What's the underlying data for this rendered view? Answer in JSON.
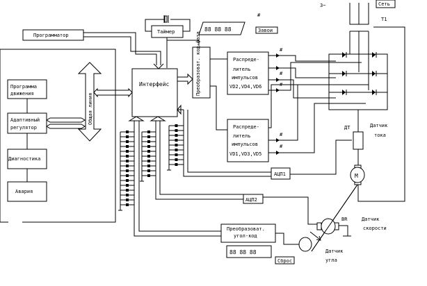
{
  "blocks": {
    "programmer": "Программатор",
    "timer": "Таймер",
    "factory": "Завои",
    "interface": "Интерфейс",
    "phase_converter": "Преобразоват. код-фаза",
    "motion_program": [
      "Программа",
      "движения"
    ],
    "adaptive_regulator": [
      "Адаптивный",
      "регулятор"
    ],
    "diagnostics": "Диагностика",
    "alarm": "Авария",
    "common_line": "Общая линия",
    "distributor_1": [
      "Распреде-",
      "литель",
      "импульсов",
      "VD2,VD4,VD6"
    ],
    "distributor_2": [
      "Распреде-",
      "литель",
      "импульсов",
      "VD1,VD3,VD5"
    ],
    "adc1": "АЦП1",
    "adc2": "АЦП2",
    "angle_converter": [
      "Преобразоват.",
      "угол-код"
    ],
    "reset": "Сброс"
  },
  "labels": {
    "mains": "Сеть",
    "three_phase": "3~",
    "transformer": "T1",
    "current_sensor_id": "ДТ",
    "current_sensor": [
      "Датчик",
      "тока"
    ],
    "motor": "M",
    "tacho_id": "BR",
    "speed_sensor": [
      "Датчик",
      "скорости"
    ],
    "angle_sensor": [
      "Датчик",
      "угла"
    ],
    "hash": "#"
  },
  "displays": {
    "top": "88 88 88",
    "bottom": "88 88 88"
  }
}
